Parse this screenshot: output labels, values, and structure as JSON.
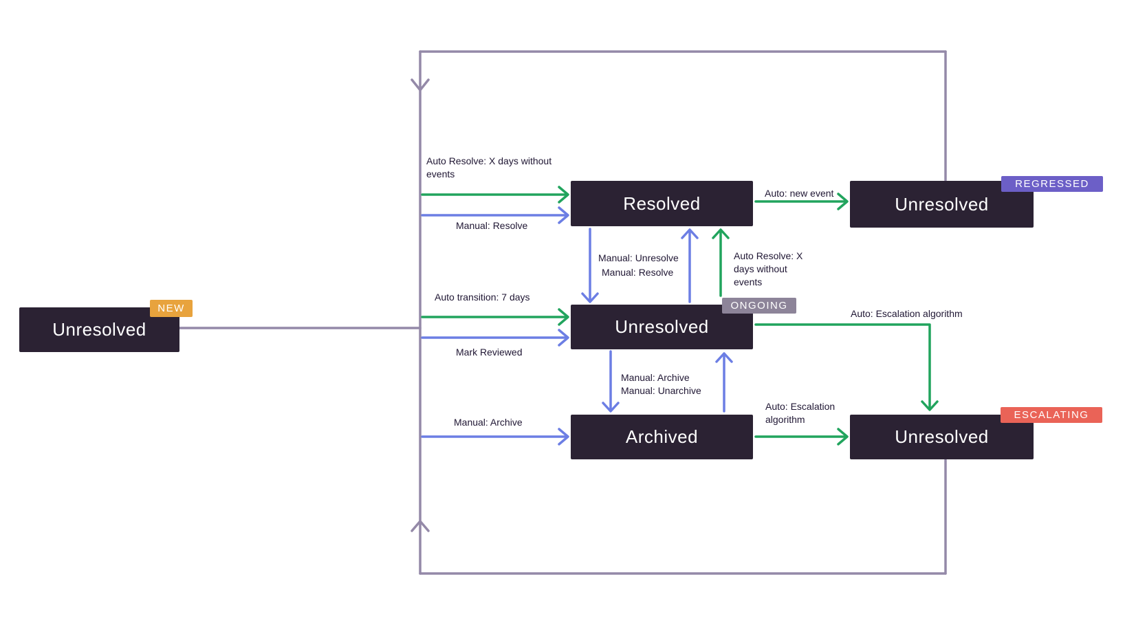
{
  "nodes": {
    "new": {
      "label": "Unresolved",
      "badge": "NEW"
    },
    "resolved": {
      "label": "Resolved"
    },
    "regressed": {
      "label": "Unresolved",
      "badge": "REGRESSED"
    },
    "ongoing": {
      "label": "Unresolved",
      "badge": "ONGOING"
    },
    "archived": {
      "label": "Archived"
    },
    "escalating": {
      "label": "Unresolved",
      "badge": "ESCALATING"
    }
  },
  "edge_labels": {
    "auto_resolve_top": "Auto Resolve: X days without\nevents",
    "manual_resolve_top": "Manual: Resolve",
    "auto_new_event": "Auto: new event",
    "manual_unresolve": "Manual: Unresolve",
    "manual_resolve_mid": "Manual: Resolve",
    "auto_resolve_mid": "Auto Resolve: X\ndays without\nevents",
    "auto_transition": "Auto transition: 7 days",
    "mark_reviewed": "Mark Reviewed",
    "auto_escalation_right": "Auto: Escalation algorithm",
    "manual_archive_mid": "Manual: Archive\nManual: Unarchive",
    "manual_archive_left": "Manual: Archive",
    "auto_escalation_bottom": "Auto: Escalation\nalgorithm"
  },
  "colors": {
    "node_bg": "#2B2233",
    "node_text": "#FFFFFF",
    "auto_green": "#21A45D",
    "manual_blue": "#6C7EE4",
    "loop_purple": "#9489A8",
    "badge_new_bg": "#E8A33D",
    "badge_regressed_bg": "#6C5FC7",
    "badge_ongoing_bg": "#8D8499",
    "badge_escalating_bg": "#EA6357",
    "label_text": "#1F1633"
  }
}
